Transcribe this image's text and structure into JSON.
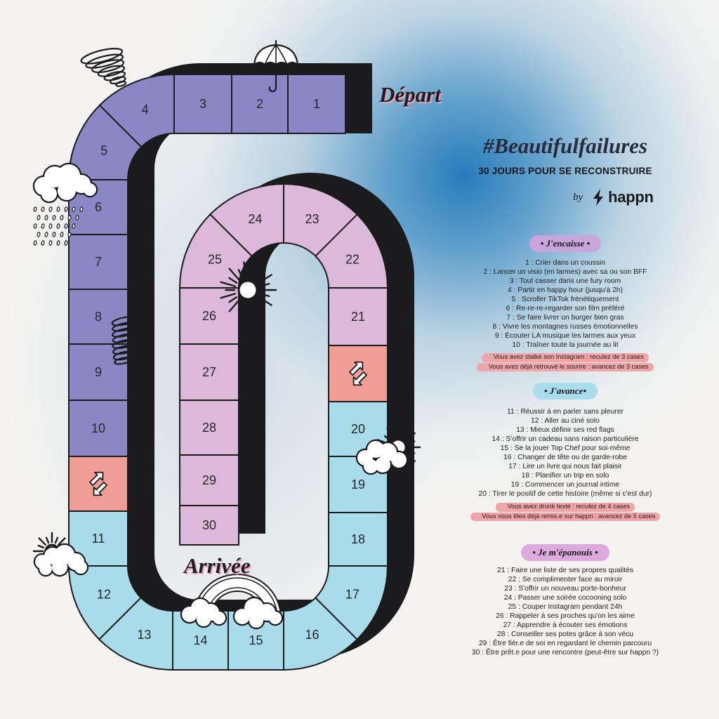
{
  "header": {
    "title": "#Beautifulfailures",
    "subtitle": "30 JOURS POUR SE RECONSTRUIRE",
    "by": "by",
    "brand": "happn",
    "brand_icon": "happn-logo-icon"
  },
  "board": {
    "start_label": "Départ",
    "finish_label": "Arrivée",
    "cells": [
      {
        "label": "1",
        "color": "#8b87c4"
      },
      {
        "label": "2",
        "color": "#8b87c4"
      },
      {
        "label": "3",
        "color": "#8b87c4"
      },
      {
        "label": "4",
        "color": "#8b87c4"
      },
      {
        "label": "5",
        "color": "#8b87c4"
      },
      {
        "label": "6",
        "color": "#8b87c4"
      },
      {
        "label": "7",
        "color": "#8b87c4"
      },
      {
        "label": "8",
        "color": "#8b87c4"
      },
      {
        "label": "9",
        "color": "#8b87c4"
      },
      {
        "label": "10",
        "color": "#8b87c4"
      },
      {
        "icon": "swap-arrows-icon",
        "color": "#ef9d95"
      },
      {
        "label": "11",
        "color": "#a9dcea"
      },
      {
        "label": "12",
        "color": "#a9dcea"
      },
      {
        "label": "13",
        "color": "#a9dcea"
      },
      {
        "label": "14",
        "color": "#a9dcea"
      },
      {
        "label": "15",
        "color": "#a9dcea"
      },
      {
        "label": "16",
        "color": "#a9dcea"
      },
      {
        "label": "17",
        "color": "#a9dcea"
      },
      {
        "label": "18",
        "color": "#a9dcea"
      },
      {
        "label": "19",
        "color": "#a9dcea"
      },
      {
        "label": "20",
        "color": "#a9dcea"
      },
      {
        "icon": "swap-arrows-icon",
        "color": "#ef9d95"
      },
      {
        "label": "21",
        "color": "#dcb8da"
      },
      {
        "label": "22",
        "color": "#dcb8da"
      },
      {
        "label": "23",
        "color": "#dcb8da"
      },
      {
        "label": "24",
        "color": "#dcb8da"
      },
      {
        "label": "25",
        "color": "#dcb8da"
      },
      {
        "label": "26",
        "color": "#dcb8da"
      },
      {
        "label": "27",
        "color": "#dcb8da"
      },
      {
        "label": "28",
        "color": "#dcb8da"
      },
      {
        "label": "29",
        "color": "#dcb8da"
      },
      {
        "label": "30",
        "color": "#dcb8da"
      }
    ],
    "decorations": [
      "tornado-icon",
      "umbrella-icon",
      "rain-cloud-icon",
      "sun-icon",
      "sun-cloud-icon",
      "rainbow-icon"
    ]
  },
  "sections": [
    {
      "title": "• J'encaisse •",
      "color": "#c8a6dc",
      "items": [
        "1 : Crier dans un coussin",
        "2 : Lancer un visio (en larmes) avec sa ou son BFF",
        "3 : Tout casser dans une fury room",
        "4 : Partir en happy hour (jusqu'à 2h)",
        "5 : Scroller TikTok frénétiquement",
        "6 : Re-re-re-regarder son film préféré",
        "7 : Se faire livrer un burger bien gras",
        "8 : Vivre les montagnes russes émotionnelles",
        "9 : Écouter LA musique les larmes aux yeux",
        "10 : Traîner toute la journée au lit"
      ],
      "rules": [
        "Vous avez stalké son Instagram : reculez de 3 cases",
        "Vous avez déjà retrouvé le sourire : avancez de 3 cases"
      ]
    },
    {
      "title": "• J'avance•",
      "color": "#a9dcec",
      "items": [
        "11 : Réussir à en parler sans pleurer",
        "12 : Aller au ciné solo",
        "13 : Mieux définir ses red flags",
        "14 : S'offrir un cadeau sans raison particulière",
        "15 : Se la jouer Top Chef pour soi-même",
        "16 : Changer de tête ou de garde-robe",
        "17 : Lire un livre qui nous fait plaisir",
        "18 : Planifier un trip en solo",
        "19 : Commencer un journal intime",
        "20 : Tirer le positif de cette histoire (même si c'est dur)"
      ],
      "rules": [
        "Vous avez drunk texté : reculez de 4 cases",
        "Vous vous êtes déjà remis.e sur happn : avancez de 5 cases"
      ]
    },
    {
      "title": "• Je m'épanouis •",
      "color": "#dcaadc",
      "items": [
        "21 : Faire une liste de ses propres qualités",
        "22 : Se complimenter face au miroir",
        "23 : S'offrir un nouveau porte-bonheur",
        "24 : Passer une soirée cocooning solo",
        "25 : Couper Instagram pendant 24h",
        "26 : Rappeler à ses proches qu'on les aime",
        "27 : Apprendre à écouter ses émotions",
        "28 : Conseiller ses potes grâce à son vécu",
        "29 : Être fièr.e de soi en regardant le chemin parcouru",
        "30 : Être prêt.e pour une rencontre (peut-être sur happn ?)"
      ]
    }
  ],
  "colors": {
    "track": "#1b1b1d",
    "stage_encaisse": "#8b87c4",
    "stage_avance": "#a9dcea",
    "stage_epanouis": "#dcb8da",
    "special": "#ef9d95",
    "marker": "#f3a4a6",
    "title": "#262a3a",
    "label_shadow": "#f0a3b0"
  }
}
